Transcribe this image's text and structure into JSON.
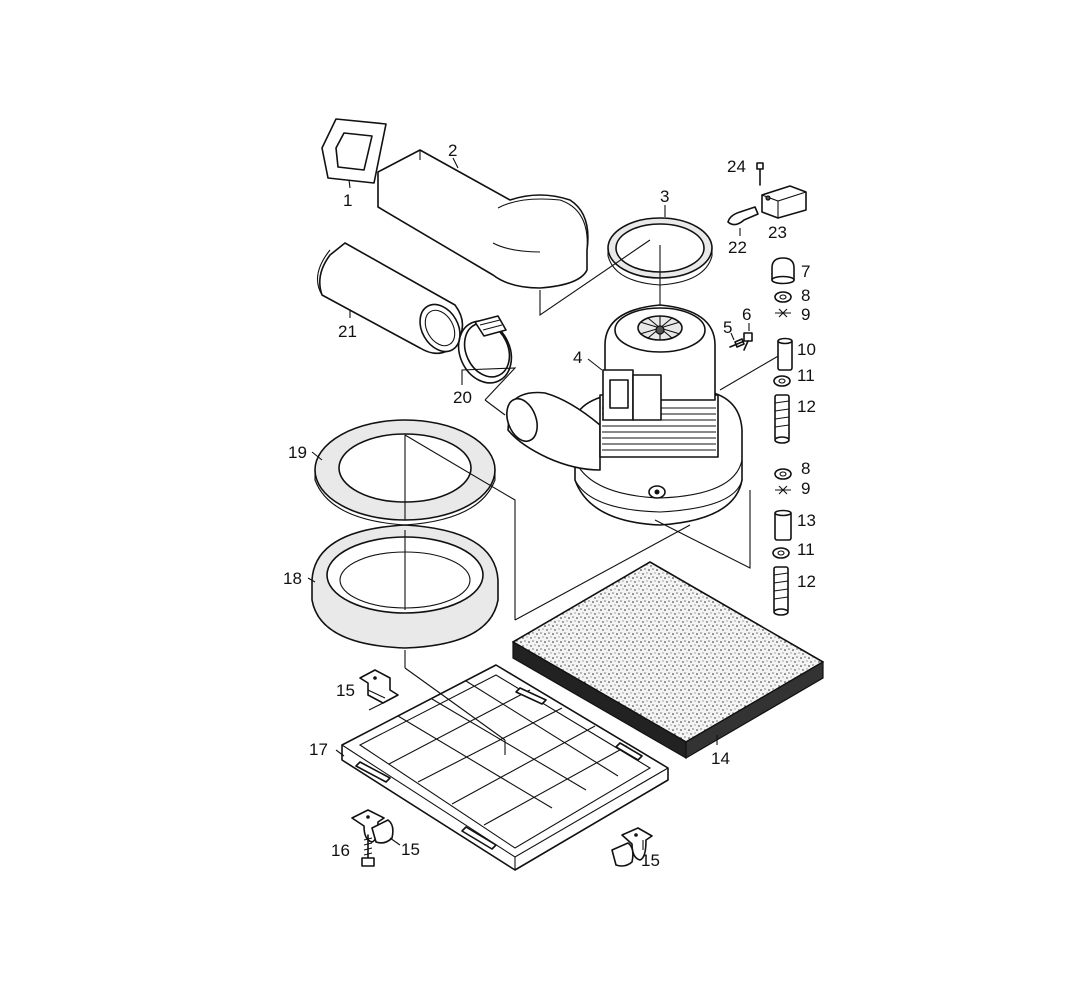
{
  "diagram": {
    "callouts": [
      {
        "key": "c1",
        "text": "1"
      },
      {
        "key": "c2",
        "text": "2"
      },
      {
        "key": "c3",
        "text": "3"
      },
      {
        "key": "c4",
        "text": "4"
      },
      {
        "key": "c5",
        "text": "5"
      },
      {
        "key": "c6",
        "text": "6"
      },
      {
        "key": "c7",
        "text": "7"
      },
      {
        "key": "c8a",
        "text": "8"
      },
      {
        "key": "c9a",
        "text": "9"
      },
      {
        "key": "c10",
        "text": "10"
      },
      {
        "key": "c11a",
        "text": "11"
      },
      {
        "key": "c12a",
        "text": "12"
      },
      {
        "key": "c8b",
        "text": "8"
      },
      {
        "key": "c9b",
        "text": "9"
      },
      {
        "key": "c13",
        "text": "13"
      },
      {
        "key": "c11b",
        "text": "11"
      },
      {
        "key": "c12b",
        "text": "12"
      },
      {
        "key": "c14",
        "text": "14"
      },
      {
        "key": "c15a",
        "text": "15"
      },
      {
        "key": "c15b",
        "text": "15"
      },
      {
        "key": "c15c",
        "text": "15"
      },
      {
        "key": "c16",
        "text": "16"
      },
      {
        "key": "c17",
        "text": "17"
      },
      {
        "key": "c18",
        "text": "18"
      },
      {
        "key": "c19",
        "text": "19"
      },
      {
        "key": "c20",
        "text": "20"
      },
      {
        "key": "c21",
        "text": "21"
      },
      {
        "key": "c22",
        "text": "22"
      },
      {
        "key": "c23",
        "text": "23"
      },
      {
        "key": "c24",
        "text": "24"
      }
    ]
  }
}
